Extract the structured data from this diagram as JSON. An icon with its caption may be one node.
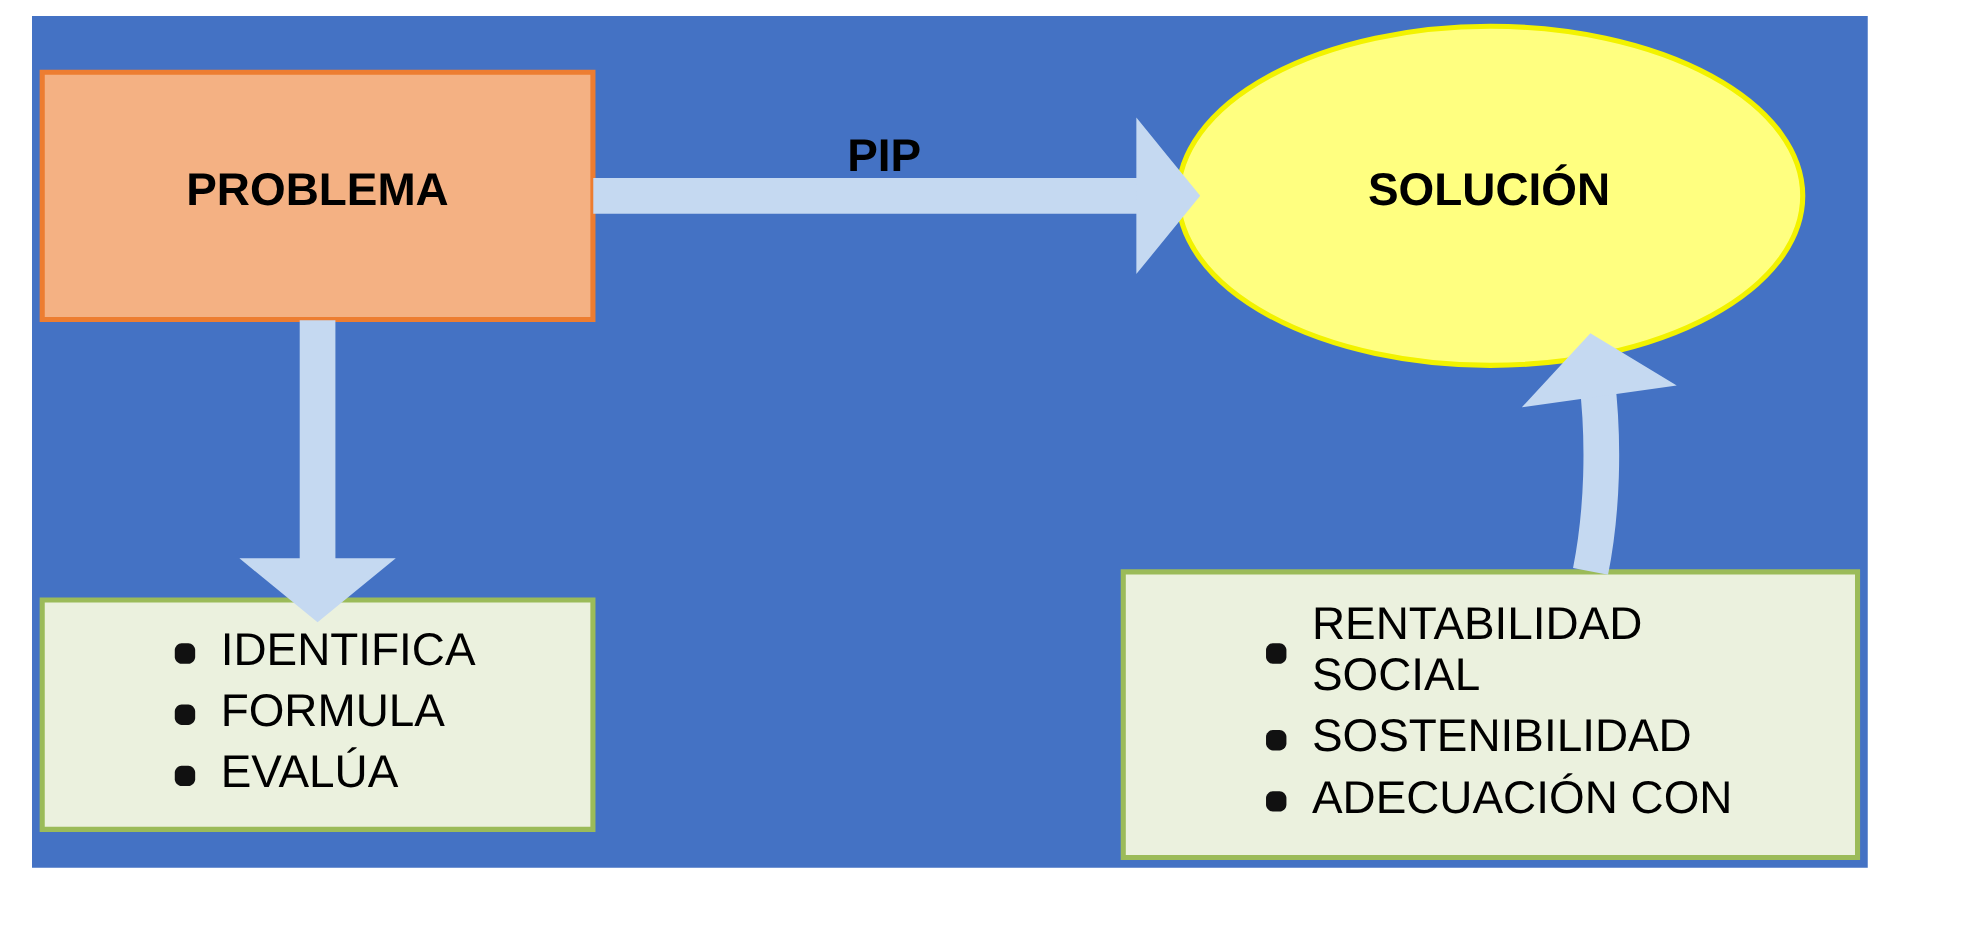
{
  "diagram": {
    "nodes": [
      {
        "text": [
          "PROBLEMA"
        ]
      },
      {
        "text": [
          "SOLUCIÓN"
        ]
      },
      {
        "text": [
          "IDENTIFICA",
          "FORMULA",
          "EVALÚA"
        ]
      },
      {
        "text": [
          "RENTABILIDAD SOCIAL",
          "SOSTENIBILIDAD",
          "ADECUACIÓN CON"
        ]
      }
    ],
    "edges": [
      {
        "from": 0,
        "to": 1,
        "arrow": "to",
        "label": "PIP"
      },
      {
        "from": 0,
        "to": 2,
        "arrow": "to"
      },
      {
        "from": 3,
        "to": 1,
        "arrow": "to"
      }
    ]
  }
}
